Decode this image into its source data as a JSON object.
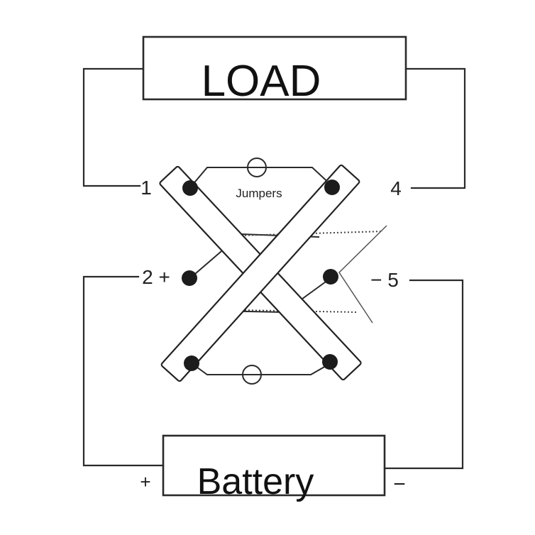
{
  "diagram": {
    "load_label": "LOAD",
    "battery_label": "Battery",
    "jumpers_label": "Jumpers",
    "terminal_1_label": "1",
    "terminal_2_label": "2 +",
    "terminal_4_label": "4",
    "terminal_5_label": "− 5",
    "battery_positive_sign": "+",
    "battery_negative_sign": "−"
  }
}
